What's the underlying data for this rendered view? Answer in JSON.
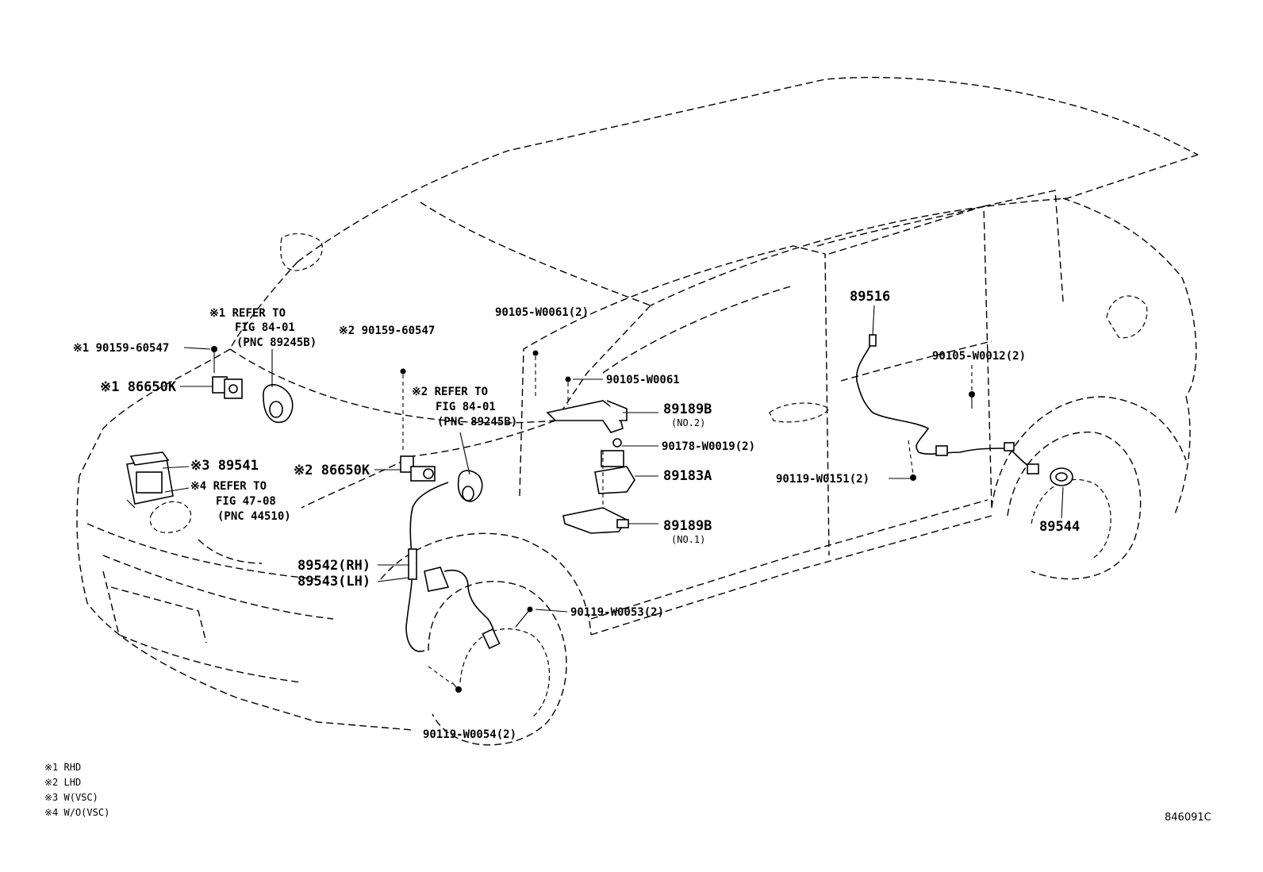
{
  "labels": {
    "p1_note": "※1 REFER TO",
    "p1_fig": "FIG 84-01",
    "p1_pnc": "(PNC 89245B)",
    "p2_bolt": "※1 90159-60547",
    "p3_sensor": "※1 86650K",
    "p4_bolt": "※2 90159-60547",
    "p5_note": "※2 REFER TO",
    "p5_fig": "FIG 84-01",
    "p5_pnc": "(PNC 89245B)",
    "p6_ecu": "※3 89541",
    "p7_note": "※4 REFER TO",
    "p7_fig": "FIG 47-08",
    "p7_pnc": "(PNC 44510)",
    "p8_sensor": "※2 86650K",
    "p9_bolt": "90105-W0061(2)",
    "p10_bolt": "90105-W0061",
    "p11_bracket": "89189B",
    "p11_no": "(NO.2)",
    "p12_nut": "90178-W0019(2)",
    "p13_sensor": "89183A",
    "p14_bracket": "89189B",
    "p14_no": "(NO.1)",
    "p15_wire_rh": "89542(RH)",
    "p15_wire_lh": "89543(LH)",
    "p16_bolt": "90119-W0053(2)",
    "p17_bolt": "90119-W0054(2)",
    "p18_wire": "89516",
    "p19_bolt": "90105-W0012(2)",
    "p20_bolt": "90119-W0151(2)",
    "p21_rotor": "89544"
  },
  "legend": [
    "※1 RHD",
    "※2 LHD",
    "※3 W(VSC)",
    "※4 W/O(VSC)"
  ],
  "figure_code": "846091C"
}
